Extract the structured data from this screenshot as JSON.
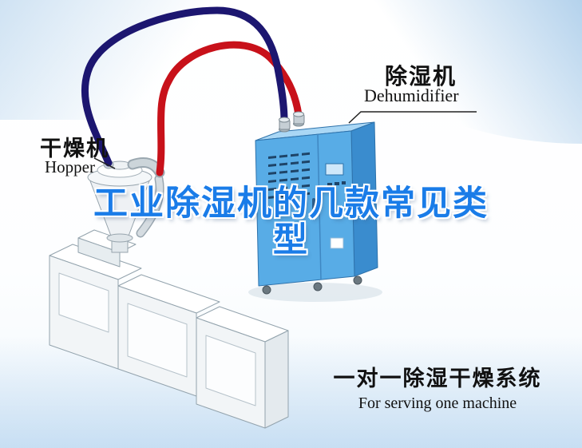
{
  "labels": {
    "hopper": {
      "cn": "干燥机",
      "en": "Hopper"
    },
    "dehumidifier": {
      "cn": "除湿机",
      "en": "Dehumidifier"
    }
  },
  "title": {
    "line1": "工业除湿机的几款常见类",
    "line2": "型"
  },
  "caption": {
    "cn": "一对一除湿干燥系统",
    "en": "For serving one machine"
  },
  "colors": {
    "title_blue": "#1a7ce8",
    "pipe_red": "#c8111a",
    "pipe_blue": "#1c1670",
    "cabinet_front": "#58ace6",
    "cabinet_side": "#3a8cce",
    "cabinet_top": "#aad7f5"
  }
}
